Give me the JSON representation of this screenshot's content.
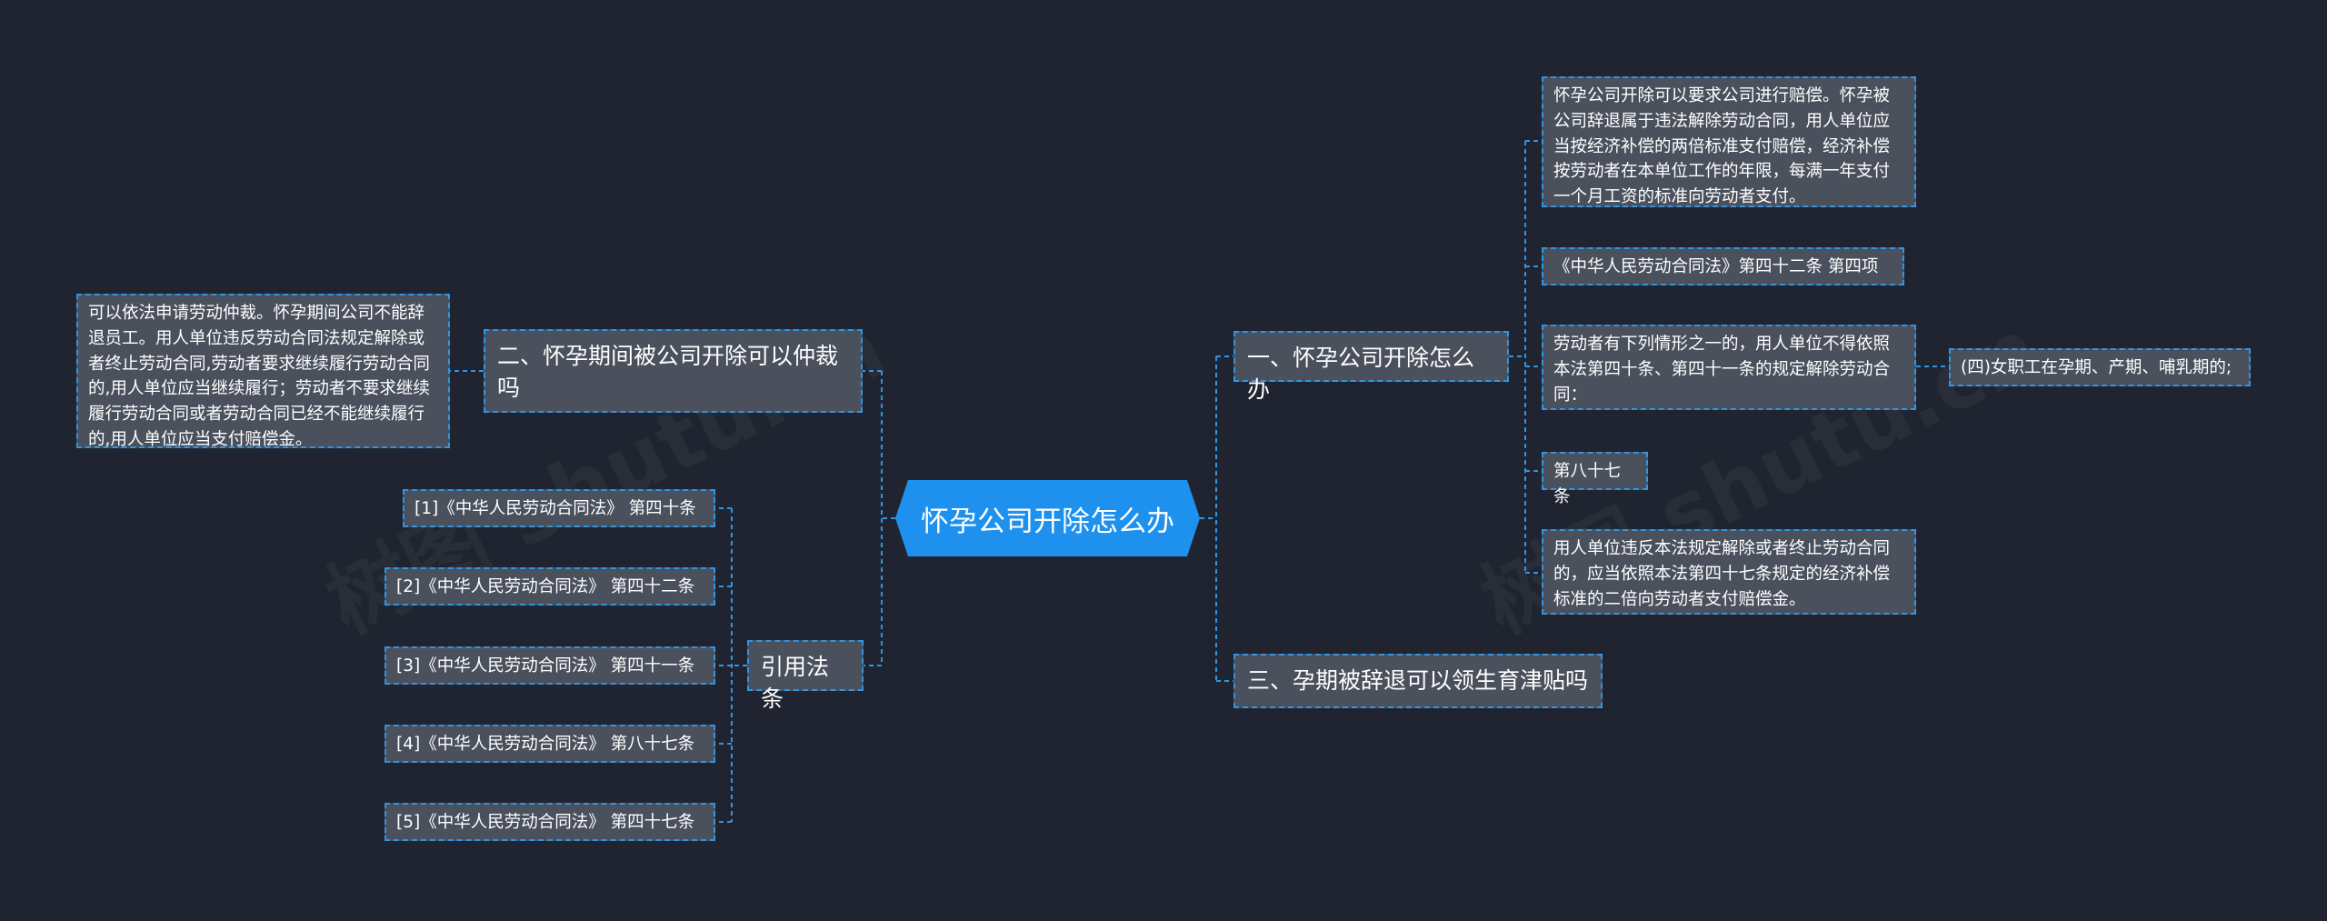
{
  "colors": {
    "background": "#1f2430",
    "root_fill": "#1e90ee",
    "node_fill": "#4a505c",
    "border_and_line": "#2f95e5",
    "text": "#ffffff"
  },
  "watermark": "树图 shutu.cn",
  "root": {
    "label": "怀孕公司开除怎么办"
  },
  "branches": {
    "b1": {
      "label": "一、怀孕公司开除怎么办",
      "children": {
        "c1": "怀孕公司开除可以要求公司进行赔偿。怀孕被公司辞退属于违法解除劳动合同，用人单位应当按经济补偿的两倍标准支付赔偿，经济补偿按劳动者在本单位工作的年限，每满一年支付一个月工资的标准向劳动者支付。",
        "c2": "《中华人民劳动合同法》第四十二条 第四项",
        "c3": "劳动者有下列情形之一的，用人单位不得依照本法第四十条、第四十一条的规定解除劳动合同：",
        "c3a": "(四)女职工在孕期、产期、哺乳期的;",
        "c4": "第八十七条",
        "c5": "用人单位违反本法规定解除或者终止劳动合同的，应当依照本法第四十七条规定的经济补偿标准的二倍向劳动者支付赔偿金。"
      }
    },
    "b2": {
      "label": "二、怀孕期间被公司开除可以仲裁吗",
      "children": {
        "c1": "可以依法申请劳动仲裁。怀孕期间公司不能辞退员工。用人单位违反劳动合同法规定解除或者终止劳动合同,劳动者要求继续履行劳动合同的,用人单位应当继续履行；劳动者不要求继续履行劳动合同或者劳动合同已经不能继续履行的,用人单位应当支付赔偿金。"
      }
    },
    "b3": {
      "label": "三、孕期被辞退可以领生育津贴吗"
    },
    "b4": {
      "label": "引用法条",
      "children": {
        "r1": "[1]《中华人民劳动合同法》 第四十条",
        "r2": "[2]《中华人民劳动合同法》 第四十二条",
        "r3": "[3]《中华人民劳动合同法》 第四十一条",
        "r4": "[4]《中华人民劳动合同法》 第八十七条",
        "r5": "[5]《中华人民劳动合同法》 第四十七条"
      }
    }
  }
}
